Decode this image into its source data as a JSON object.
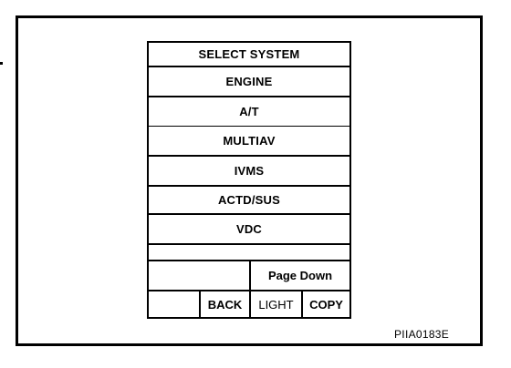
{
  "screen": {
    "title": "SELECT SYSTEM",
    "systems": [
      "ENGINE",
      "A/T",
      "MULTIAV",
      "IVMS",
      "ACTD/SUS",
      "VDC"
    ],
    "page_down_label": "Page Down",
    "back_label": "BACK",
    "light_label": "LIGHT",
    "copy_label": "COPY"
  },
  "figure_id": "PIIA0183E"
}
